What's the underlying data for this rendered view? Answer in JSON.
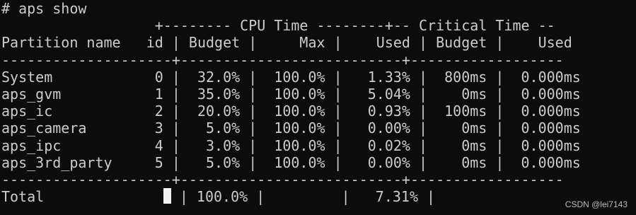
{
  "terminal": {
    "lines": [
      "# aps show",
      "                  +-------- CPU Time --------+-- Critical Time --",
      "Partition name   id | Budget |     Max |    Used | Budget |    Used",
      "--------------------+--------------------------+------------------",
      "System            0 |  32.0% |  100.0% |   1.33% |  800ms |  0.000ms",
      "aps_gvm           1 |  35.0% |  100.0% |   5.04% |    0ms |  0.000ms",
      "aps_ic            2 |  20.0% |  100.0% |   0.93% |  100ms |  0.000ms",
      "aps_camera        3 |   5.0% |  100.0% |   0.00% |    0ms |  0.000ms",
      "aps_ipc           4 |   3.0% |  100.0% |   0.02% |    0ms |  0.000ms",
      "aps_3rd_party     5 |   5.0% |  100.0% |   0.00% |    0ms |  0.000ms",
      "--------------------+--------------------------+------------------"
    ],
    "total_label": "Total",
    "total_rest": " | 100.0% |         |   7.31% |",
    "colors": {
      "background": "#0c0c0c",
      "foreground": "#cccccc",
      "cursor": "#f2f2f2"
    }
  },
  "watermark": "CSDN @lei7143"
}
